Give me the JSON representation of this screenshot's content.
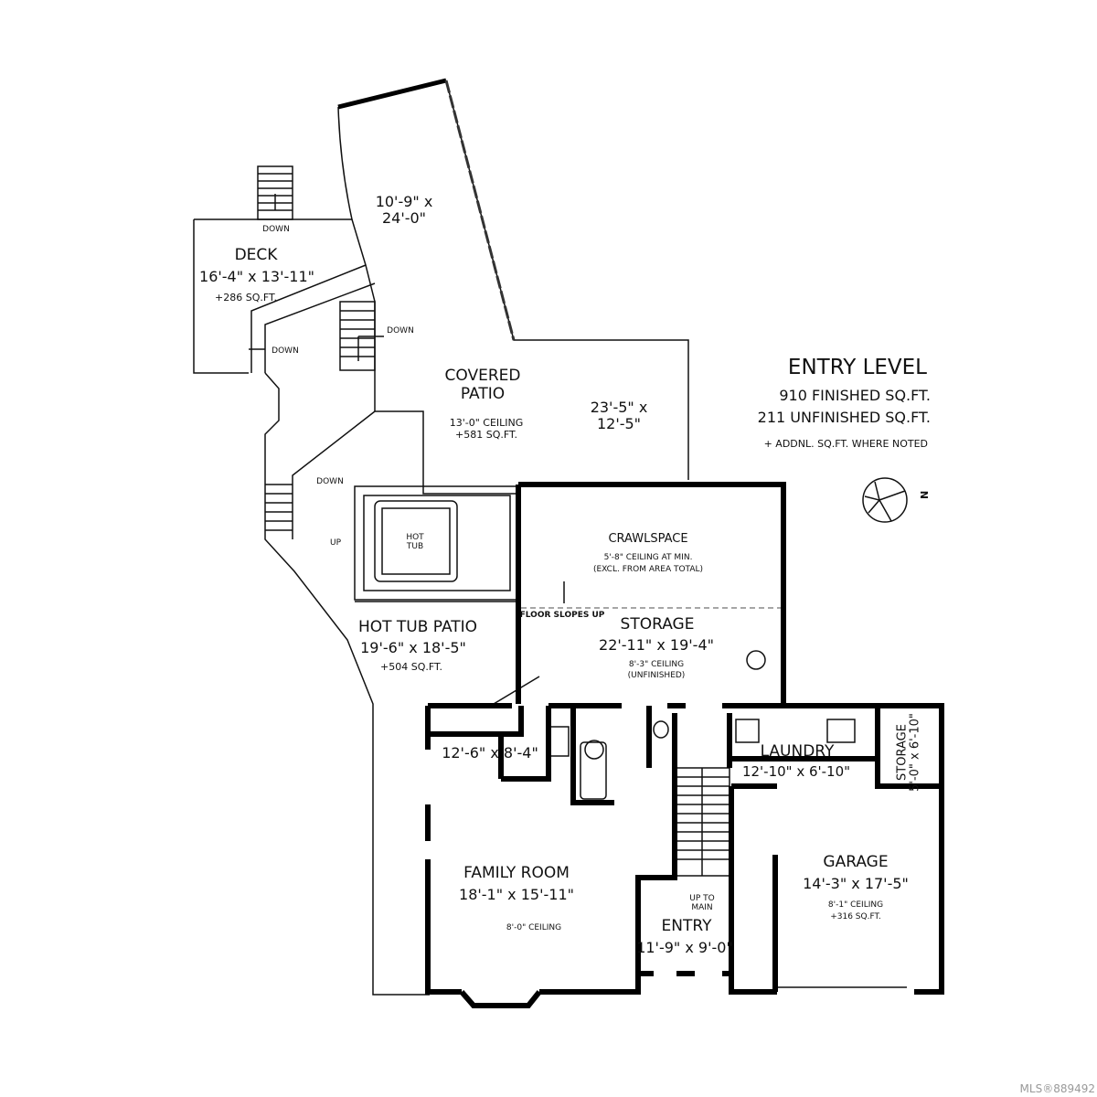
{
  "summary": {
    "title": "ENTRY LEVEL",
    "finished": "910 FINISHED SQ.FT.",
    "unfinished": "211 UNFINISHED SQ.FT.",
    "note": "+ ADDNL. SQ.FT. WHERE NOTED"
  },
  "compass": {
    "label": "N"
  },
  "rooms": {
    "upper_patio": {
      "dims1": "10'-9\" x",
      "dims2": "24'-0\""
    },
    "deck": {
      "name": "DECK",
      "dims": "16'-4\" x 13'-11\"",
      "area": "+286 SQ.FT."
    },
    "covered_patio": {
      "name1": "COVERED",
      "name2": "PATIO",
      "ceiling": "13'-0\" CEILING",
      "area": "+581 SQ.FT.",
      "dims1": "23'-5\" x",
      "dims2": "12'-5\""
    },
    "hot_tub": {
      "name1": "HOT",
      "name2": "TUB"
    },
    "hot_tub_patio": {
      "name": "HOT TUB PATIO",
      "dims": "19'-6\" x 18'-5\"",
      "area": "+504 SQ.FT."
    },
    "crawlspace": {
      "name": "CRAWLSPACE",
      "ceiling": "5'-8\" CEILING AT MIN.",
      "note": "(EXCL. FROM AREA TOTAL)",
      "slope": "FLOOR SLOPES UP"
    },
    "storage": {
      "name": "STORAGE",
      "dims": "22'-11\" x 19'-4\"",
      "ceiling": "8'-3\" CEILING",
      "note": "(UNFINISHED)"
    },
    "bedroom": {
      "dims": "12'-6\" x 8'-4\""
    },
    "family_room": {
      "name": "FAMILY ROOM",
      "dims": "18'-1\" x 15'-11\"",
      "ceiling": "8'-0\" CEILING"
    },
    "entry": {
      "name": "ENTRY",
      "dims": "11'-9\" x 9'-0\"",
      "stairs1": "UP TO",
      "stairs2": "MAIN"
    },
    "laundry": {
      "name": "LAUNDRY",
      "dims": "12'-10\" x 6'-10\""
    },
    "storage_small": {
      "name": "STORAGE",
      "dims": "5'-0\" x 6'-10\""
    },
    "garage": {
      "name": "GARAGE",
      "dims": "14'-3\" x 17'-5\"",
      "ceiling": "8'-1\" CEILING",
      "area": "+316 SQ.FT."
    }
  },
  "stair_labels": {
    "down1": "DOWN",
    "down2": "DOWN",
    "down3": "DOWN",
    "down4": "DOWN",
    "up": "UP"
  },
  "watermark": "MLS®889492"
}
